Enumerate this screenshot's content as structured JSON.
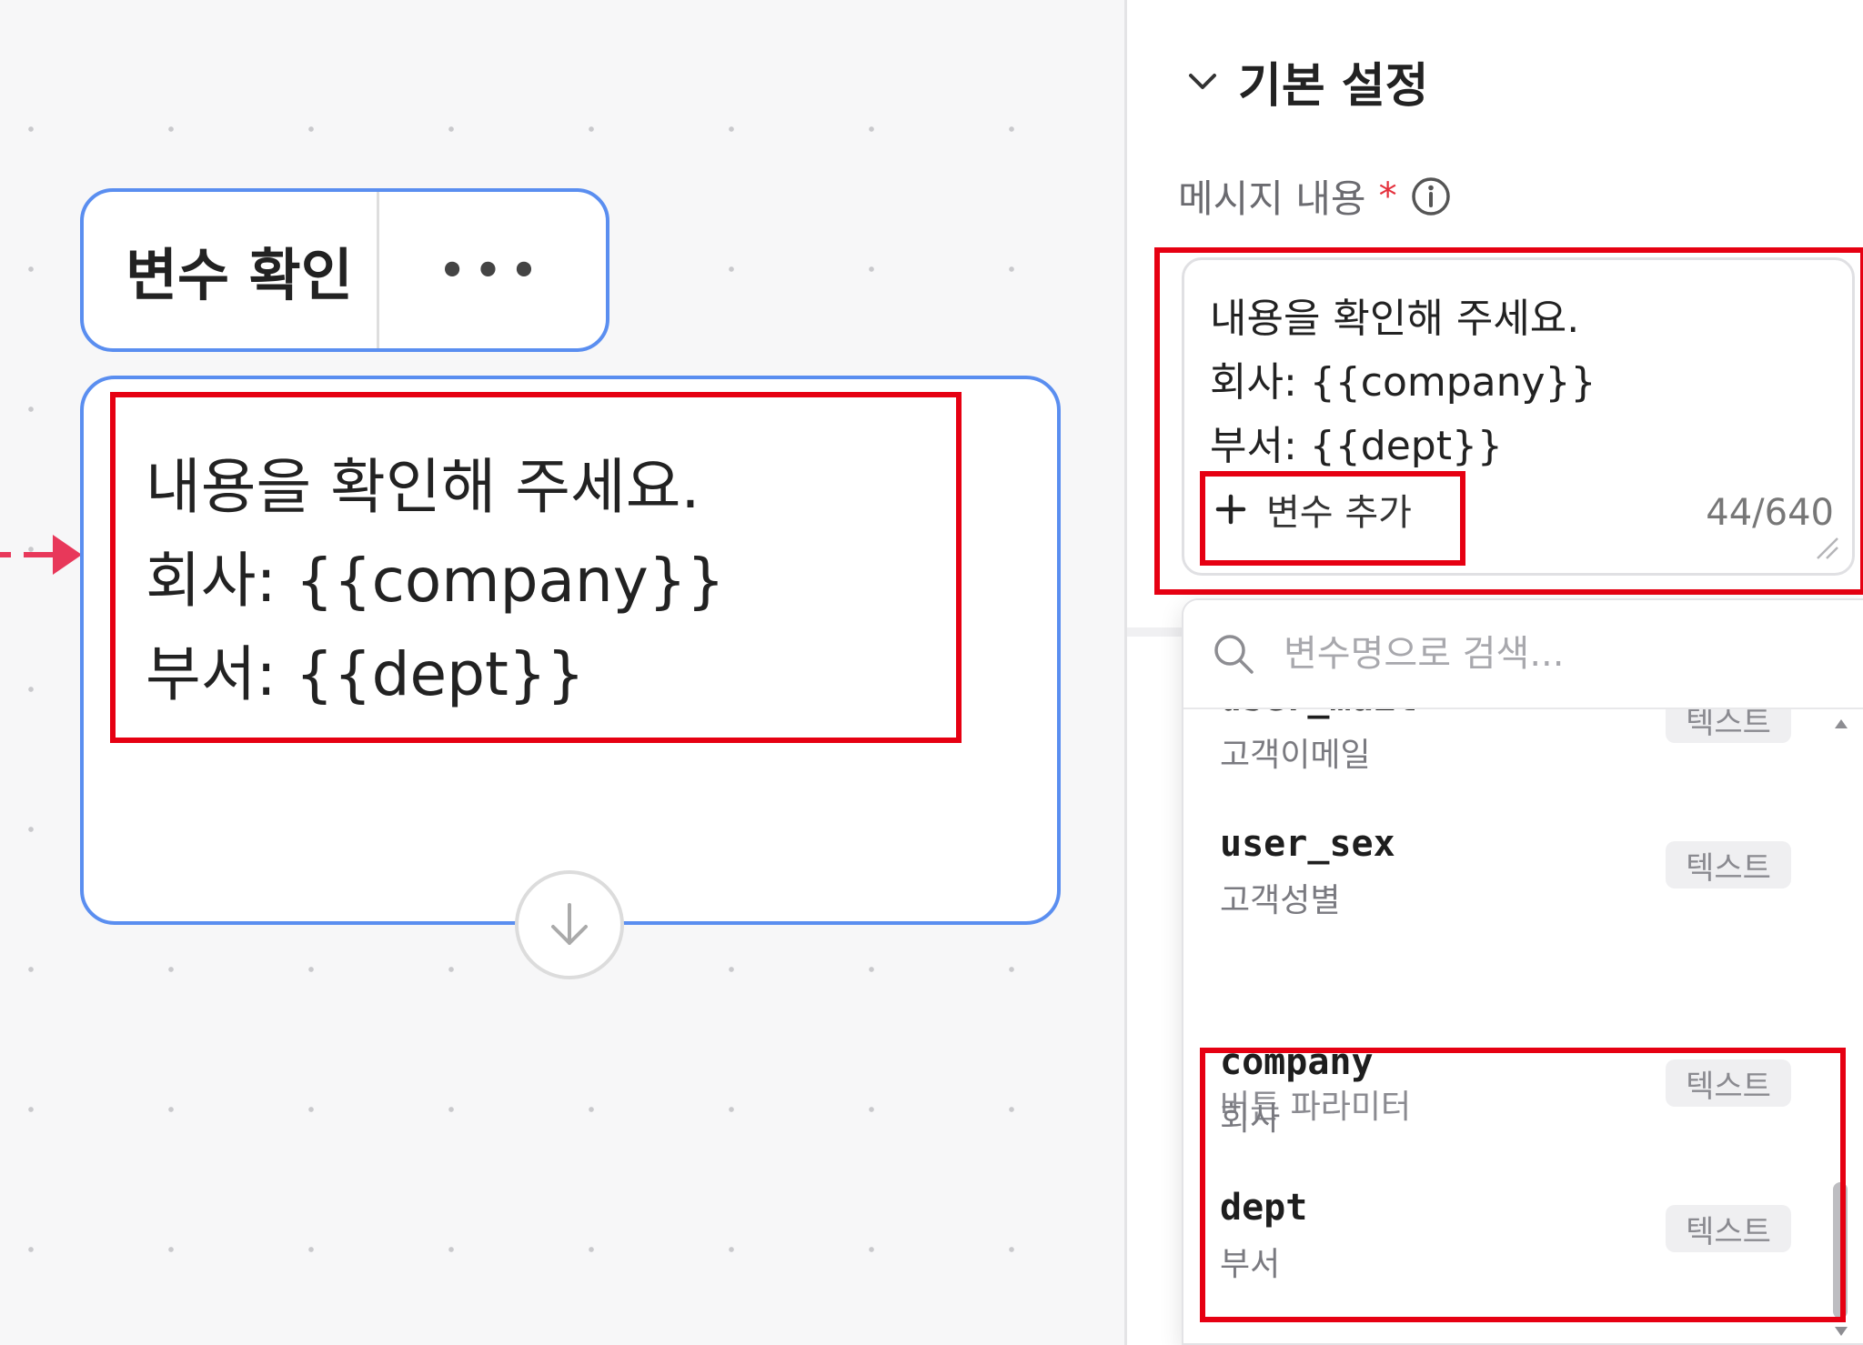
{
  "node": {
    "title": "변수 확인",
    "more_label": "•••",
    "message": "내용을 확인해 주세요.\n회사: {{company}}\n부서: {{dept}}"
  },
  "panel": {
    "section_title": "기본 설정",
    "field_label": "메시지 내용",
    "required_mark": "*",
    "message": "내용을 확인해 주세요.\n회사: {{company}}\n부서: {{dept}}",
    "add_variable_label": "변수 추가",
    "char_count": "44/640"
  },
  "dropdown": {
    "search_placeholder": "변수명으로 검색...",
    "items": [
      {
        "name": "user_mail",
        "desc": "고객이메일",
        "type": "텍스트"
      },
      {
        "name": "user_sex",
        "desc": "고객성별",
        "type": "텍스트"
      },
      {
        "name": "company",
        "desc": "회사",
        "type": "텍스트"
      },
      {
        "name": "dept",
        "desc": "부서",
        "type": "텍스트"
      }
    ],
    "group_label": "버튼 파라미터"
  },
  "colors": {
    "node_border": "#5a8ef0",
    "highlight": "#e60012",
    "connector_arrow": "#e8385a",
    "required": "#e4303c"
  },
  "icons": [
    "chevron-down-icon",
    "info-icon",
    "plus-icon",
    "search-icon",
    "arrow-down-icon",
    "more-icon",
    "resize-handle-icon"
  ]
}
